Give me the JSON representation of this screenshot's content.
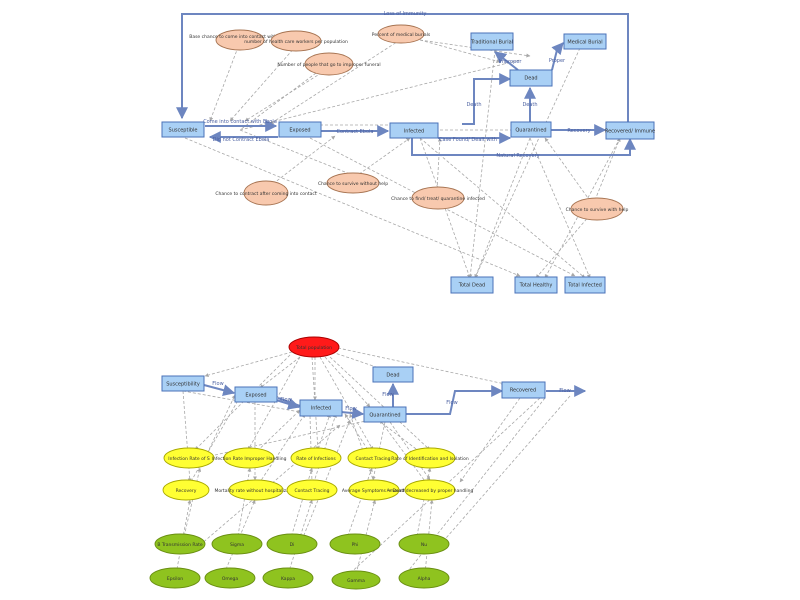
{
  "top": {
    "stocks": {
      "susceptible": "Susceptible",
      "exposed": "Exposed",
      "infected": "Infected",
      "quarantined": "Quarantined",
      "recovered": "Recovered/ Immune",
      "dead": "Dead",
      "traditional_burial": "Traditional Burial",
      "medical_burial": "Medical Burial",
      "total_dead": "Total Dead",
      "total_healthy": "Total Healthy",
      "total_infected": "Total Infected"
    },
    "flows": {
      "loss_of_immunity": "Loss of Immunity",
      "come_into_contact": "Come into contact with Ebola",
      "did_not_contract": "Did not Contract Ebola",
      "contract_ebola": "Contract Ebola",
      "case_found": "Case Found/ Dealt with",
      "recovery": "Recovery",
      "natural_recovery": "Natural Recovery",
      "death_infected": "Death",
      "death_quarantined": "Death",
      "improper": "Improper",
      "proper": "Proper"
    },
    "auxiliaries": {
      "base_chance": "Base chance to come into contact with Ebola",
      "number_health_care": "number of health care workers per population",
      "number_of_people": "Number of people that go to improper funeral",
      "percent_medical_burials": "Percent of medical burials",
      "chance_contract": "Chance to contract after coming into contact",
      "chance_survive_without_help": "Chance to survive without help",
      "chance_find": "Chance to find/ treat/ quarantine infected",
      "chance_survive_with_help": "Chance to survive with help"
    }
  },
  "bottom": {
    "red_node": "Total population",
    "stocks": {
      "susceptibility": "Susceptibility",
      "exposed": "Exposed",
      "infected": "Infected",
      "quarantined": "Quarantined",
      "dead": "Dead",
      "recovered": "Recovered"
    },
    "flows": {
      "flow1": "Flow",
      "flow2": "Flow",
      "flow3": "Flow",
      "flow4": "Flow",
      "flow5": "Flow",
      "flow6": "Flow"
    },
    "yellow": {
      "infection_rate_s": "Infection Rate of S",
      "infection_rate_improper": "Infection Rate Improper Handling",
      "rate_of_infections": "Rate of Infections",
      "contact_tracing_1": "Contact Tracing",
      "rate_identification": "Rate of Identification and Isolation",
      "recovery": "Recovery",
      "mortality_rate": "Mortality rate without hospitalization",
      "contact_tracing_2": "Contact Tracing",
      "average_symptoms": "Average Symptoms + Death",
      "amount_decreased": "Amount decreased by proper handling"
    },
    "green": {
      "transmission_rate": "B Transmission Rate",
      "sigma": "Sigma",
      "di": "Di",
      "phi": "Phi",
      "nu": "Nu",
      "epsilon": "Epsilon",
      "omega": "Omega",
      "kappa": "Kappa",
      "gamma": "Gamma",
      "alpha": "Alpha"
    }
  },
  "colors": {
    "stock_fill": "#a9d0f5",
    "stock_stroke": "#4a72b8",
    "flow": "#6d86c0",
    "link": "#a8a8a8",
    "orange_aux": "#f8c9ae",
    "yellow_aux": "#ffff33",
    "green_param": "#8fc31f",
    "red_node": "#ff1a1a"
  }
}
